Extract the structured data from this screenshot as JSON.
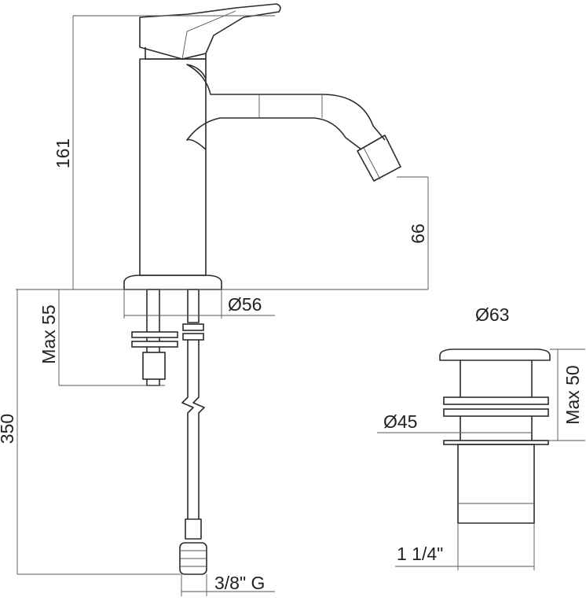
{
  "drawing": {
    "faucet": {
      "height_label": "161",
      "spout_height_label": "66",
      "base_diameter_label": "Ø56",
      "max_thickness_label": "Max 55",
      "hose_length_label": "350",
      "hose_thread_label": "3/8\" G"
    },
    "drain": {
      "cap_diameter_label": "Ø63",
      "max_thickness_label": "Max 50",
      "body_diameter_label": "Ø45",
      "thread_label": "1 1/4\""
    }
  }
}
